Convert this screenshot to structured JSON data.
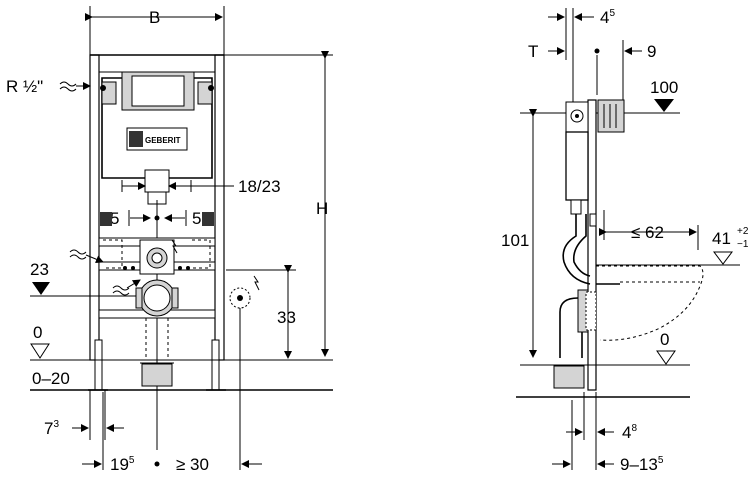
{
  "front": {
    "width_label": "B",
    "height_label": "H",
    "inlet_label": "R ½\"",
    "flush_pipe_label": "18/23",
    "offset_left": "5",
    "offset_right": "5",
    "level_23": "23",
    "dim_33": "33",
    "level_0": "0",
    "range_0_20": "0–20",
    "dim_7_base": "7",
    "dim_7_sup": "3",
    "dim_19_base": "19",
    "dim_19_sup": "5",
    "dim_30": "≥ 30",
    "logo_text": "GEBERIT"
  },
  "side": {
    "dim_T": "T",
    "dim_4_base": "4",
    "dim_4_sup": "5",
    "dim_9": "9",
    "level_100": "100",
    "dim_101": "101",
    "dim_62": "≤ 62",
    "dim_41": "41",
    "dim_41_tol_plus": "+2",
    "dim_41_tol_minus": "−1",
    "level_0": "0",
    "dim_48_base": "4",
    "dim_48_sup": "8",
    "dim_913_base": "9–13",
    "dim_913_sup": "5"
  }
}
